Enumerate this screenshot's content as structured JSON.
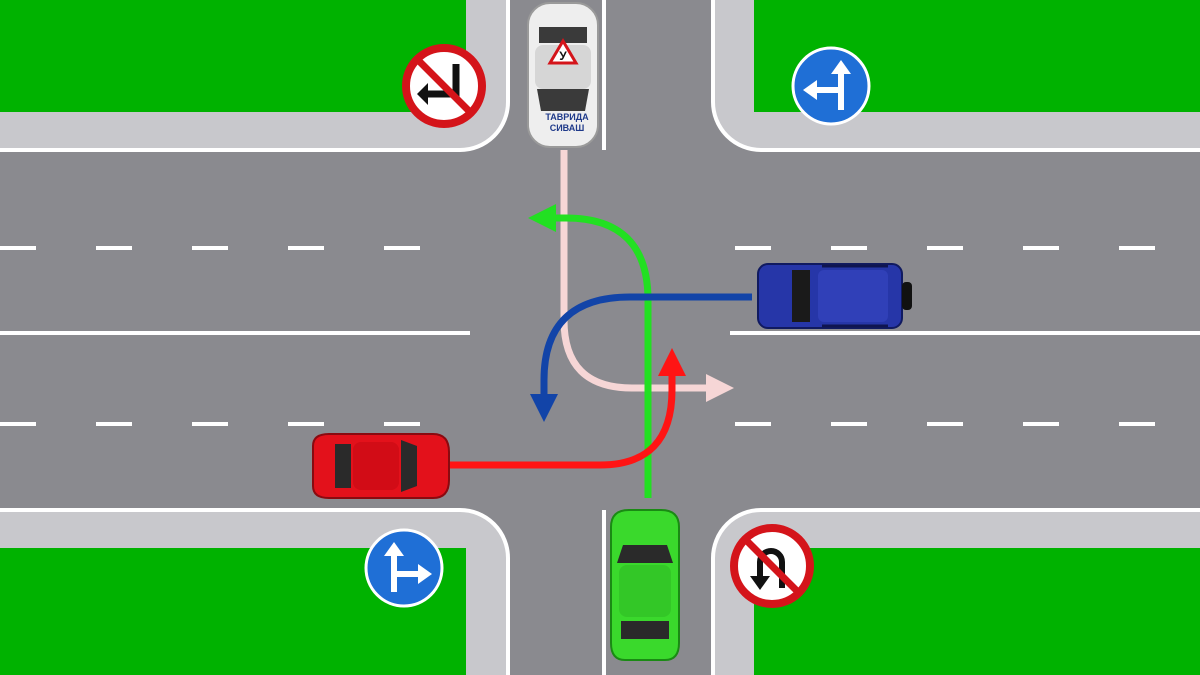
{
  "colors": {
    "grass": "#00b200",
    "road": "#8a8a8f",
    "sidewalk": "#c8c8cc",
    "marking": "#ffffff",
    "sign_red": "#d4141a",
    "sign_blue": "#1f6fd6",
    "car_white": "#eeeeee",
    "car_blue": "#2636a8",
    "car_red": "#e3111b",
    "car_green": "#3ad92c",
    "path_white": "#f6d6d6",
    "path_green": "#22e022",
    "path_blue": "#1244a8",
    "path_red": "#ff1414"
  },
  "cars": {
    "white": {
      "brand_line1": "ТАВРИДА",
      "brand_line2": "СИВАШ",
      "roof_mark": "У"
    }
  },
  "signs": [
    {
      "type": "no-left-turn",
      "icon": "no-left-turn-icon"
    },
    {
      "type": "straight-or-left",
      "icon": "straight-or-left-icon"
    },
    {
      "type": "straight-or-right",
      "icon": "straight-or-right-icon"
    },
    {
      "type": "no-u-turn",
      "icon": "no-u-turn-icon"
    }
  ]
}
